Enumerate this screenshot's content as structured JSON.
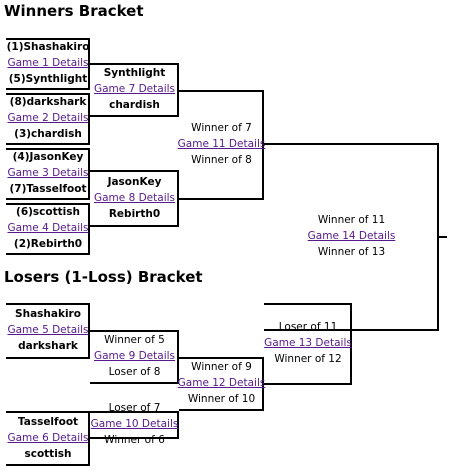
{
  "winners": {
    "title": "Winners Bracket",
    "r1": [
      {
        "top": "(1)Shashakiro",
        "game": "Game 1 Details",
        "bottom": "(5)Synthlight"
      },
      {
        "top": "(8)darkshark",
        "game": "Game 2 Details",
        "bottom": "(3)chardish"
      },
      {
        "top": "(4)JasonKey",
        "game": "Game 3 Details",
        "bottom": "(7)Tasselfoot"
      },
      {
        "top": "(6)scottish",
        "game": "Game 4 Details",
        "bottom": "(2)Rebirth0"
      }
    ],
    "r2": [
      {
        "top": "Synthlight",
        "game": "Game 7 Details",
        "bottom": "chardish"
      },
      {
        "top": "JasonKey",
        "game": "Game 8 Details",
        "bottom": "Rebirth0"
      }
    ],
    "r3": {
      "top": "Winner of 7",
      "game": "Game 11 Details",
      "bottom": "Winner of 8"
    },
    "final": {
      "top": "Winner of 11",
      "game": "Game 14 Details",
      "bottom": "Winner of 13"
    }
  },
  "losers": {
    "title": "Losers (1-Loss) Bracket",
    "r1": [
      {
        "top": "Shashakiro",
        "game": "Game 5 Details",
        "bottom": "darkshark"
      },
      {
        "top": "Tasselfoot",
        "game": "Game 6 Details",
        "bottom": "scottish"
      }
    ],
    "r2": [
      {
        "top": "Winner of 5",
        "game": "Game 9 Details",
        "bottom": "Loser of 8"
      },
      {
        "top": "Loser of 7",
        "game": "Game 10 Details",
        "bottom": "Winner of 6"
      }
    ],
    "r3": {
      "top": "Winner of 9",
      "game": "Game 12 Details",
      "bottom": "Winner of 10"
    },
    "r4": {
      "top": "Loser of 11",
      "game": "Game 13 Details",
      "bottom": "Winner of 12"
    }
  }
}
